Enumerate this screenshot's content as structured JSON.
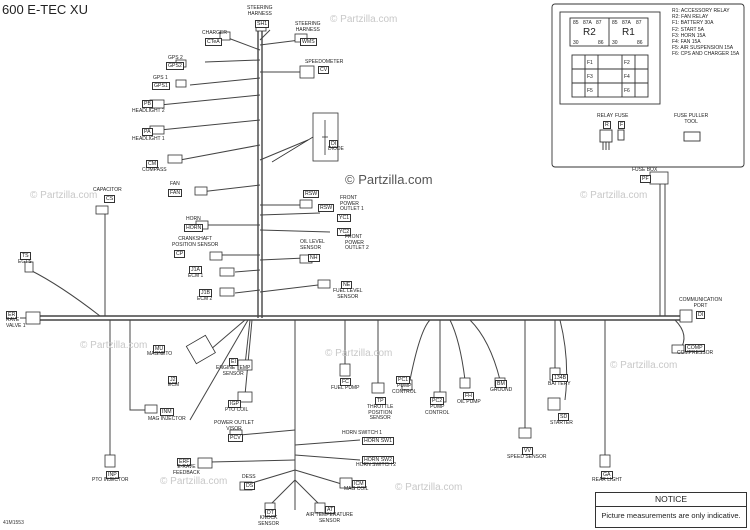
{
  "title": "600 E-TEC XU",
  "part_number": "41M1553",
  "watermarks": [
    "© Partzilla.com",
    "© Partzilla.com",
    "© Partzilla.com",
    "© Partzilla.com",
    "© Partzilla.com",
    "© Partzilla.com",
    "© Partzilla.com",
    "© Partzilla.com",
    "© Partzilla.com"
  ],
  "components": {
    "steering_harness_1": {
      "label": "STEERING\nHARNESS",
      "code": "SH1"
    },
    "steering_harness_2": {
      "label": "STEERING\nHARNESS",
      "code": "WMS"
    },
    "charger": {
      "label": "CHARGER",
      "code": "CTeA"
    },
    "gps2": {
      "label": "GPS 2",
      "code": "GPS2"
    },
    "gps1": {
      "label": "GPS 1",
      "code": "GPS1"
    },
    "speedometer": {
      "label": "SPEEDOMETER",
      "code": "CV"
    },
    "headlight2": {
      "label": "HEADLIGHT 2",
      "code": "PB"
    },
    "headlight1": {
      "label": "HEADLIGHT 1",
      "code": "PA"
    },
    "compass": {
      "label": "COMPASS",
      "code": "CM"
    },
    "diode": {
      "label": "DIODE",
      "code": "DI"
    },
    "capacitor": {
      "label": "CAPACITOR",
      "code": "CS"
    },
    "fan": {
      "label": "FAN",
      "code": "FAN"
    },
    "horn": {
      "label": "HORN",
      "code": "HORN"
    },
    "crankshaft": {
      "label": "CRANKSHAFT\nPOSITION SENSOR",
      "code": "CP"
    },
    "ecm_j1a": {
      "label": "ECM 1",
      "code": "J1A"
    },
    "ecm_j1b": {
      "label": "ECM 2",
      "code": "J1B"
    },
    "egts": {
      "label": "EGTS",
      "code": "TS"
    },
    "rave": {
      "label": "RAVE\nVALVE 1",
      "code": "ER"
    },
    "rsw": {
      "label": "RSW",
      "code": "RSW"
    },
    "front_outlet_1": {
      "label": "FRONT\nPOWER\nOUTLET 1",
      "code": "YC1"
    },
    "front_outlet_2": {
      "label": "FRONT\nPOWER\nOUTLET 2",
      "code": "YC2"
    },
    "oil_level": {
      "label": "OIL LEVEL\nSENSOR",
      "code": "NH"
    },
    "fuel_level": {
      "label": "FUEL LEVEL\nSENSOR",
      "code": "NE"
    },
    "fuse_box": {
      "label": "FUSE BOX",
      "code": "PF"
    },
    "comm_port": {
      "label": "COMMUNICATION\nPORT",
      "code": "DI"
    },
    "compressor": {
      "label": "COMPRESSOR",
      "code": "COMP"
    },
    "magneto": {
      "label": "MAGNETO",
      "code": "MU"
    },
    "ecm_j2": {
      "label": "ECM",
      "code": "J2"
    },
    "engine_temp": {
      "label": "ENGINE TEMP\nSENSOR",
      "code": "EI"
    },
    "pto_coil": {
      "label": "PTO COIL",
      "code": "IGP"
    },
    "mag_injector": {
      "label": "MAG INJECTOR",
      "code": "INM"
    },
    "power_outlet_visor": {
      "label": "POWER OUTLET\nVISOR",
      "code": "PCV"
    },
    "pto_injector": {
      "label": "PTO INJECTOR",
      "code": "INP"
    },
    "erave": {
      "label": "E-RAVE\nFEEDBACK",
      "code": "ERF"
    },
    "dess": {
      "label": "DESS",
      "code": "DS"
    },
    "knock": {
      "label": "KNOCK\nSENSOR",
      "code": "DT"
    },
    "air_temp": {
      "label": "AIR TEMPERATURE\nSENSOR",
      "code": "AT"
    },
    "mag_coil": {
      "label": "MAG COIL",
      "code": "ICM"
    },
    "horn_sw1": {
      "label": "HORN SWITCH 1",
      "code": "HORN SW1"
    },
    "horn_sw2": {
      "label": "HORN SWITCH 2",
      "code": "HORN SW2"
    },
    "fuel_pump": {
      "label": "FUEL PUMP",
      "code": "FC"
    },
    "throttle": {
      "label": "THROTTLE\nPOSITION\nSENSOR",
      "code": "TP"
    },
    "pump_control_1": {
      "label": "PUMP\nCONTROL",
      "code": "PC1"
    },
    "pump_control_2": {
      "label": "PUMP\nCONTROL",
      "code": "PC2"
    },
    "oil_pump": {
      "label": "OIL PUMP",
      "code": "FH"
    },
    "ground": {
      "label": "GROUND",
      "code": "BM"
    },
    "battery": {
      "label": "BATTERY",
      "code": "134B"
    },
    "starter": {
      "label": "STARTER",
      "code": "SD"
    },
    "speed_sensor": {
      "label": "SPEED SENSOR",
      "code": "VV"
    },
    "rear_light": {
      "label": "REAR LIGHT",
      "code": "GA"
    }
  },
  "relay_box": {
    "relays": [
      {
        "name": "R2",
        "pins": [
          "85",
          "87A",
          "87",
          "30",
          "86"
        ]
      },
      {
        "name": "R1",
        "pins": [
          "85",
          "87A",
          "87",
          "30",
          "86"
        ]
      }
    ],
    "fuses": [
      "F1",
      "F2",
      "F3",
      "F4",
      "F5",
      "F6"
    ],
    "legend": [
      "R1: ACCESSORY RELAY",
      "R2: FAN RELAY",
      "F1: BATTERY 30A",
      "F2: START 5A",
      "F3: HORN 15A",
      "F4: FAN 15A",
      "F5: AIR SUSPENSION 15A",
      "F6: CPS AND CHARGER 15A"
    ],
    "parts": [
      {
        "label": "RELAY",
        "code": "R"
      },
      {
        "label": "FUSE",
        "code": "F"
      },
      {
        "label": "FUSE PULLER\nTOOL",
        "code": ""
      }
    ]
  },
  "notice": {
    "title": "NOTICE",
    "text": "Picture measurements are only indicative."
  }
}
